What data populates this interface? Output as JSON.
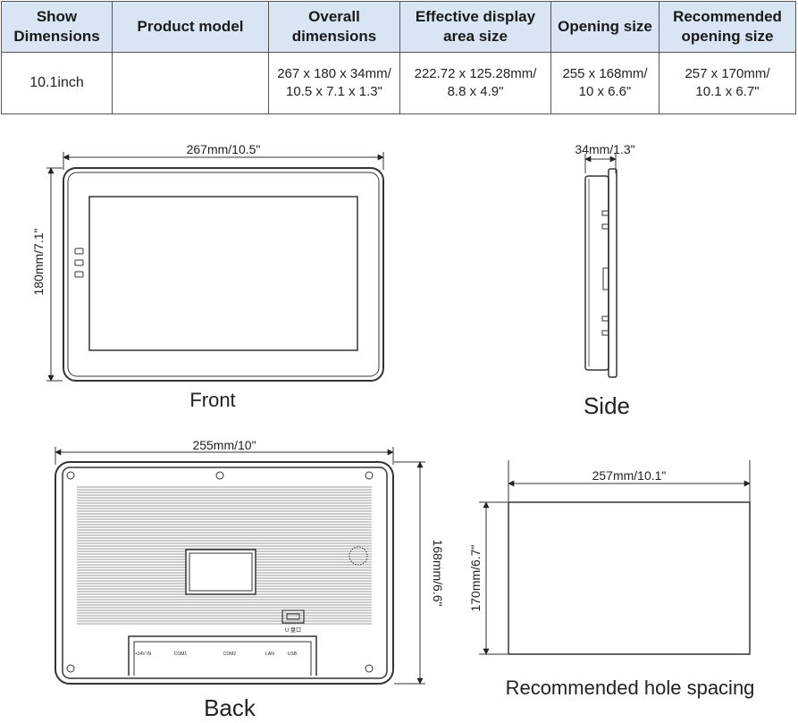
{
  "table": {
    "headers": [
      "Show Dimensions",
      "Product model",
      "Overall dimensions",
      "Effective display area size",
      "Opening size",
      "Recommended opening size"
    ],
    "row": {
      "show_dimensions": "10.1inch",
      "product_model": "",
      "overall_line1": "267 x 180 x 34mm/",
      "overall_line2": "10.5 x 7.1 x 1.3\"",
      "effective_line1": "222.72 x 125.28mm/",
      "effective_line2": "8.8 x 4.9\"",
      "opening_line1": "255 x 168mm/",
      "opening_line2": "10 x 6.6\"",
      "recommended_line1": "257 x 170mm/",
      "recommended_line2": "10.1 x 6.7\""
    }
  },
  "views": {
    "front": {
      "title": "Front",
      "width_label": "267mm/10.5\"",
      "height_label": "180mm/7.1\""
    },
    "side": {
      "title": "Side",
      "depth_label": "34mm/1.3\""
    },
    "back": {
      "title": "Back",
      "width_label": "255mm/10\"",
      "height_label": "168mm/6.6\"",
      "ports": [
        "+24V IN",
        "COM1",
        "COM2",
        "LAN",
        "USB",
        "U 盘口"
      ]
    },
    "hole": {
      "title": "Recommended hole spacing",
      "width_label": "257mm/10.1\"",
      "height_label": "170mm/6.7\""
    }
  },
  "colors": {
    "header_bg": "#dae5f3",
    "line": "#333333"
  }
}
